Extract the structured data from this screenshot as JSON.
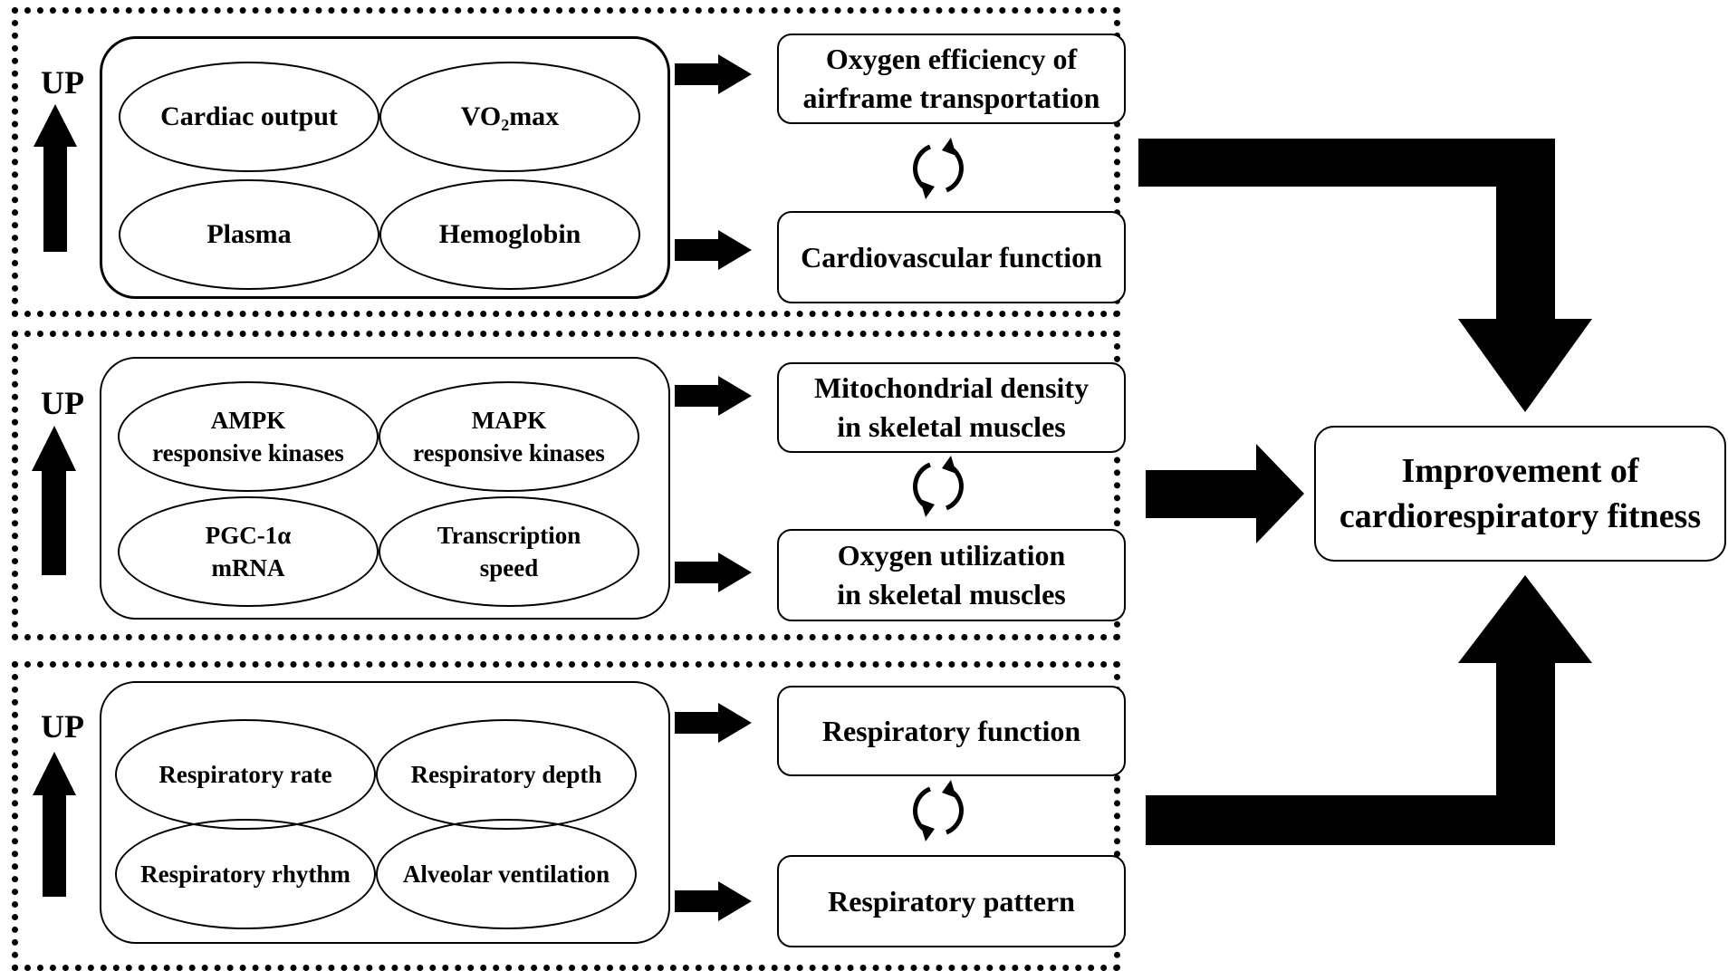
{
  "panels": [
    {
      "up_label": "UP",
      "factors": [
        "Cardiac output",
        "VO₂max",
        "Plasma",
        "Hemoglobin"
      ],
      "outcomes": [
        "Oxygen efficiency of\nairframe transportation",
        "Cardiovascular function"
      ]
    },
    {
      "up_label": "UP",
      "factors": [
        "AMPK\nresponsive  kinases",
        "MAPK\nresponsive  kinases",
        "PGC-1α\nmRNA",
        "Transcription\nspeed"
      ],
      "outcomes": [
        "Mitochondrial density\nin skeletal muscles",
        "Oxygen utilization\nin skeletal muscles"
      ]
    },
    {
      "up_label": "UP",
      "factors": [
        "Respiratory  rate",
        "Respiratory  depth",
        "Respiratory  rhythm",
        "Alveolar ventilation"
      ],
      "outcomes": [
        "Respiratory function",
        "Respiratory pattern"
      ]
    }
  ],
  "result": "Improvement of\ncardiorespiratory fitness"
}
